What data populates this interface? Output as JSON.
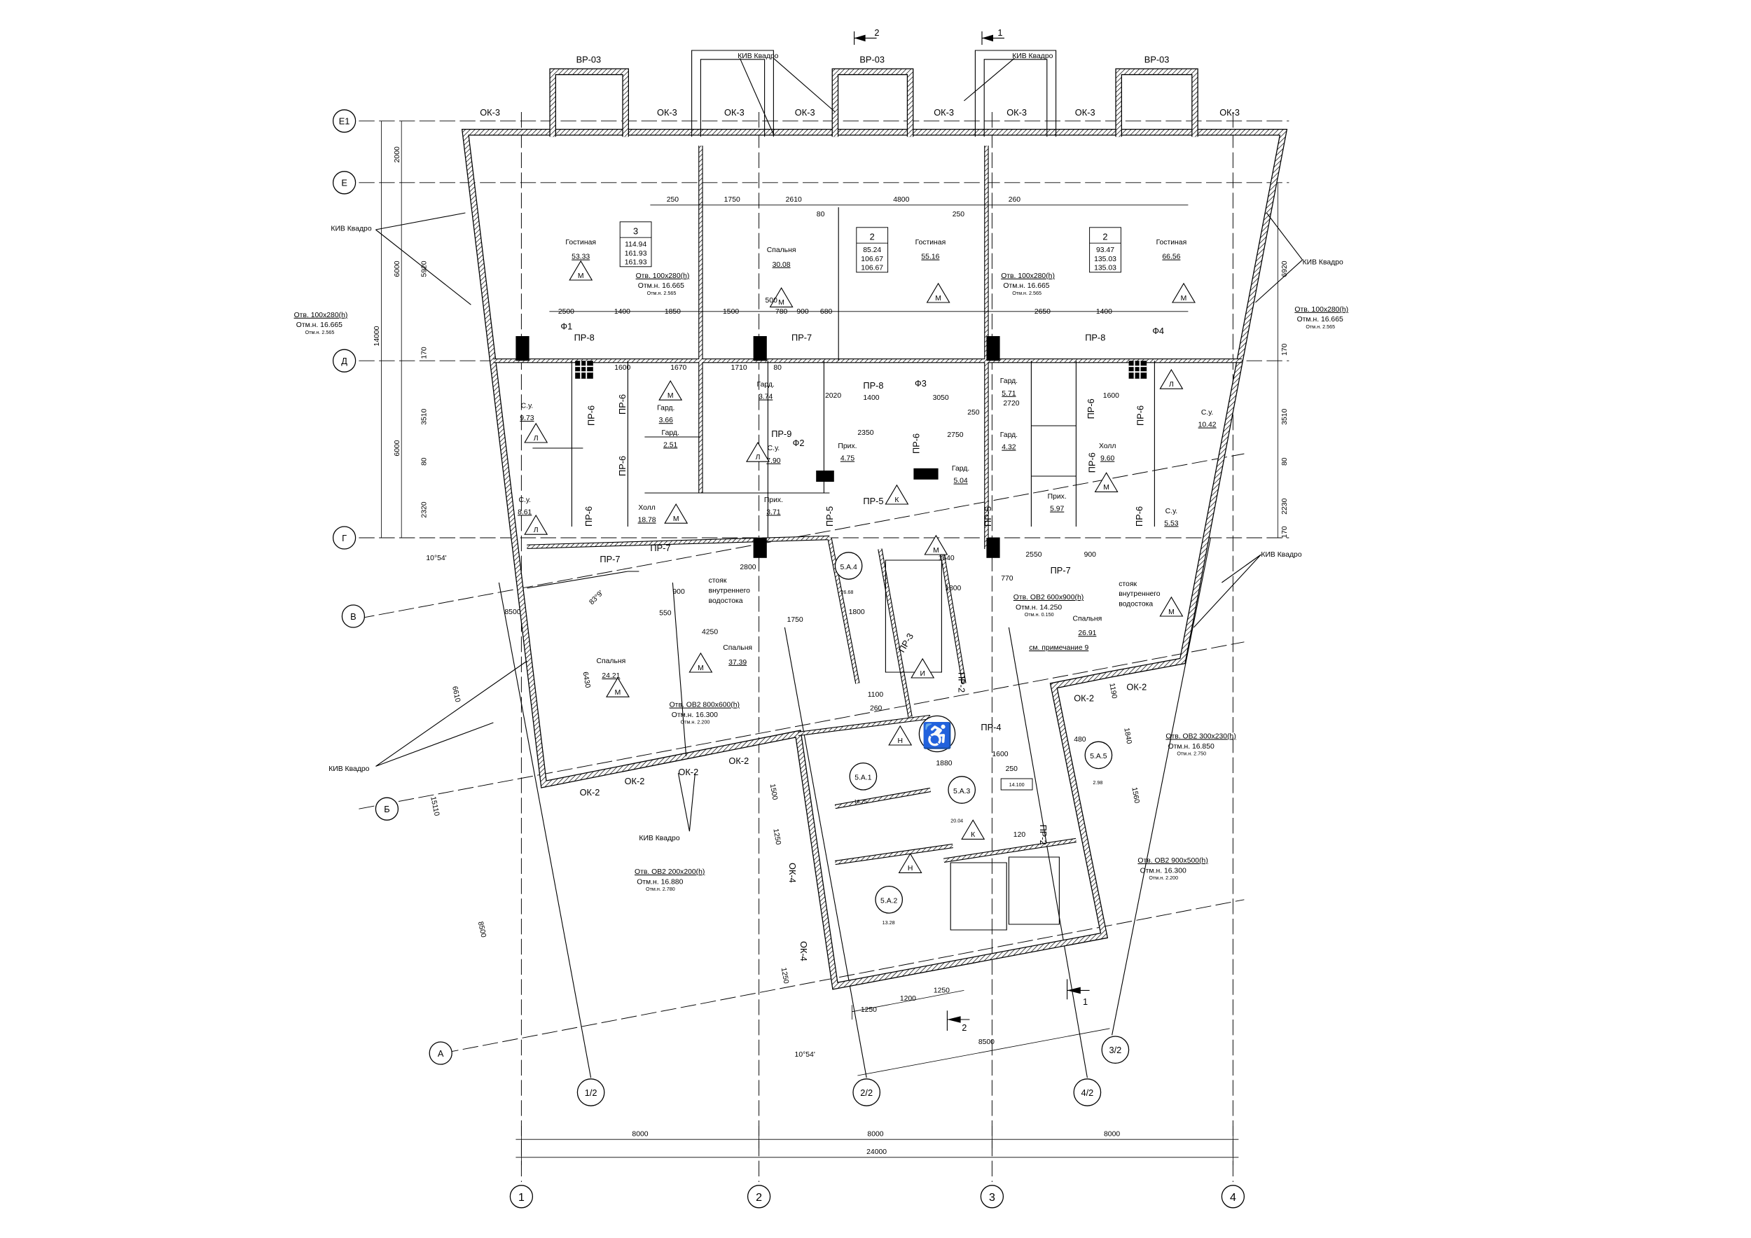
{
  "axes": {
    "columns": [
      "1",
      "2",
      "3",
      "4"
    ],
    "rows": [
      "Е1",
      "Е",
      "Д",
      "Г",
      "В",
      "Б",
      "А"
    ],
    "rotated": [
      "1/2",
      "2/2",
      "3/2",
      "4/2"
    ]
  },
  "dimensions": {
    "bottom": [
      "8000",
      "8000",
      "8000"
    ],
    "bottom_total": "24000",
    "left": [
      "2000",
      "5920",
      "6000",
      "14000",
      "170",
      "3510",
      "80",
      "2320",
      "6000"
    ],
    "right": [
      "6920",
      "170",
      "3510",
      "80",
      "2230",
      "170"
    ],
    "left_rotated": [
      "6610",
      "15110",
      "8500"
    ],
    "top_row": [
      "250",
      "1750",
      "2610",
      "4800",
      "250",
      "260",
      "80"
    ],
    "mid_row": [
      "2500",
      "1400",
      "1850",
      "1500",
      "500",
      "780",
      "900",
      "680",
      "2650",
      "1400"
    ],
    "stair_bottom": [
      "1250",
      "1200",
      "1250"
    ],
    "rotated_span": "8500",
    "angles": [
      "10°54'",
      "10°54'",
      "83°9'"
    ],
    "misc": [
      "1600",
      "1670",
      "1710",
      "80",
      "2020",
      "1400",
      "3050",
      "2720",
      "1600",
      "2350",
      "2750",
      "250",
      "2550",
      "900",
      "2800",
      "900",
      "550",
      "4250",
      "1750",
      "6430",
      "1800",
      "1800",
      "1640",
      "770",
      "1880",
      "1600",
      "480",
      "1840",
      "1560",
      "1190",
      "250",
      "120",
      "1100",
      "260",
      "1500",
      "1250",
      "1250"
    ]
  },
  "rooms": [
    {
      "name": "Гостиная",
      "area": "53.33"
    },
    {
      "name": "Спальня",
      "area": "30.08"
    },
    {
      "name": "Гостиная",
      "area": "55.16"
    },
    {
      "name": "Гостиная",
      "area": "66.56"
    },
    {
      "name": "С.у.",
      "area": "9.73"
    },
    {
      "name": "С.у.",
      "area": "8.61"
    },
    {
      "name": "Холл",
      "area": "18.78"
    },
    {
      "name": "Гард.",
      "area": "3.66"
    },
    {
      "name": "Гард.",
      "area": "2.51"
    },
    {
      "name": "Гард.",
      "area": "3.74"
    },
    {
      "name": "С.у.",
      "area": "7.90"
    },
    {
      "name": "Прих.",
      "area": "4.75"
    },
    {
      "name": "Прих.",
      "area": "3.71"
    },
    {
      "name": "Гард.",
      "area": "5.04"
    },
    {
      "name": "Гард.",
      "area": "5.71"
    },
    {
      "name": "Гард.",
      "area": "4.32"
    },
    {
      "name": "Холл",
      "area": "9.60"
    },
    {
      "name": "Прих.",
      "area": "5.97"
    },
    {
      "name": "С.у.",
      "area": "10.42"
    },
    {
      "name": "С.у.",
      "area": "5.53"
    },
    {
      "name": "Спальня",
      "area": "24.21"
    },
    {
      "name": "Спальня",
      "area": "37.39"
    },
    {
      "name": "Спальня",
      "area": "26.91"
    }
  ],
  "apartments": [
    {
      "rooms": "3",
      "areas": [
        "114.94",
        "161.93",
        "161.93"
      ]
    },
    {
      "rooms": "2",
      "areas": [
        "85.24",
        "106.67",
        "106.67"
      ]
    },
    {
      "rooms": "2",
      "areas": [
        "93.47",
        "135.03",
        "135.03"
      ]
    }
  ],
  "spaces": [
    {
      "id": "5.А.4",
      "area": "26.68"
    },
    {
      "id": "5.А.1",
      "area": "16.75"
    },
    {
      "id": "5.А.3",
      "area": "20.04"
    },
    {
      "id": "5.А.2",
      "area": "13.28"
    },
    {
      "id": "5.А.5",
      "area": "2.98"
    }
  ],
  "level_mark": "14.100",
  "markers": {
    "M": "М",
    "L": "Л",
    "K": "К",
    "N": "Н",
    "I": "И"
  },
  "windows": {
    "ok3": "ОК-3",
    "vr03": "ВР-03",
    "ok2": "ОК-2",
    "ok4": "ОК-4"
  },
  "doors": [
    "ПР-8",
    "ПР-7",
    "ПР-6",
    "ПР-5",
    "ПР-9",
    "ПР-4",
    "ПР-2",
    "ПР-3"
  ],
  "shafts": [
    "Ф1",
    "Ф2",
    "Ф3",
    "Ф4"
  ],
  "kiv": "КИВ Квадро",
  "openings": [
    {
      "size": "Отв. 100х280(h)",
      "mark": "Отм.н. 16.665",
      "mark2": "Отм.н. 2.565"
    },
    {
      "size": "Отв. ОВ2 600х900(h)",
      "mark": "Отм.н. 14.250",
      "mark2": "Отм.н. 0.150"
    },
    {
      "size": "Отв. ОВ2 800х600(h)",
      "mark": "Отм.н. 16.300",
      "mark2": "Отм.н. 2.200"
    },
    {
      "size": "Отв. ОВ2 300х230(h)",
      "mark": "Отм.н. 16.850",
      "mark2": "Отм.н. 2.750"
    },
    {
      "size": "Отв. ОВ2 900х500(h)",
      "mark": "Отм.н. 16.300",
      "mark2": "Отм.н. 2.200"
    },
    {
      "size": "Отв. ОВ2 200х200(h)",
      "mark": "Отм.н. 16.880",
      "mark2": "Отм.н. 2.780"
    }
  ],
  "notes": {
    "riser": [
      "стояк",
      "внутреннего",
      "водостока"
    ],
    "see_note": "см. примечание 9"
  },
  "sections": [
    "1",
    "2"
  ]
}
